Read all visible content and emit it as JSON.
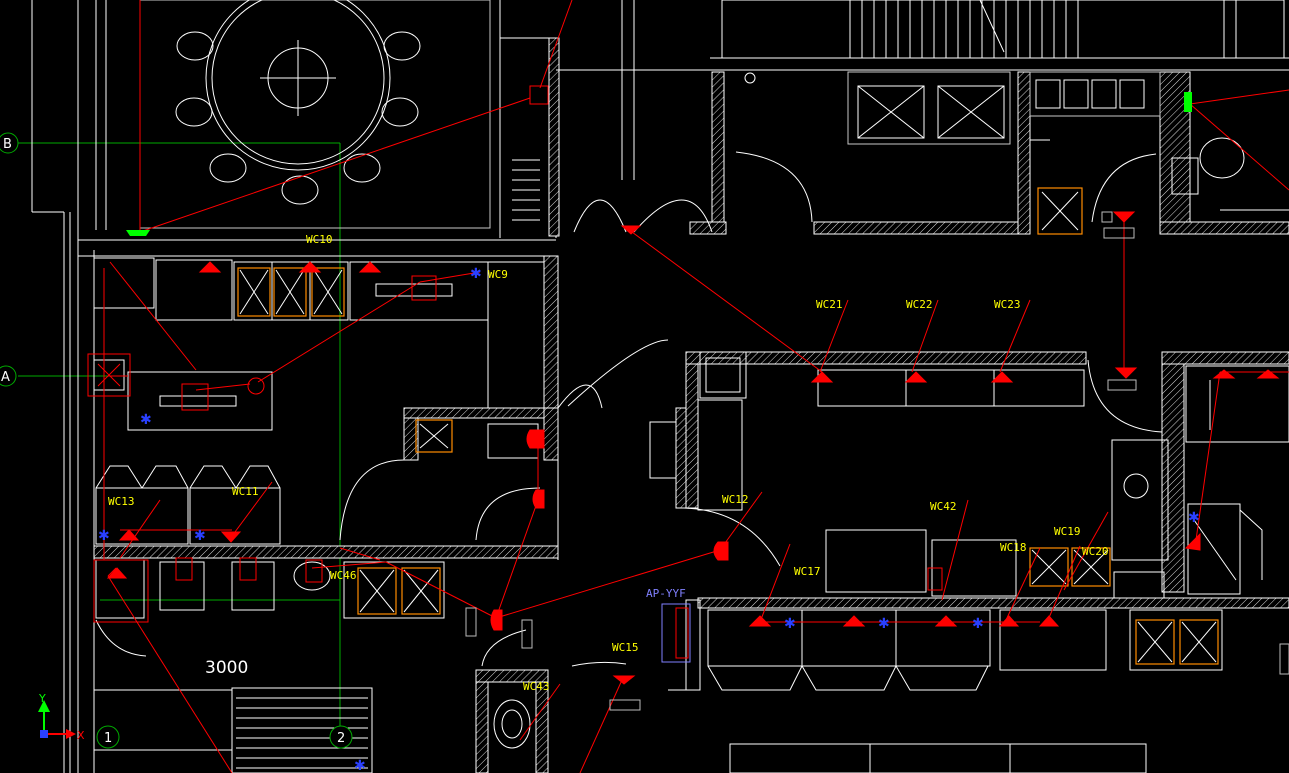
{
  "drawing": {
    "background": "#000000",
    "colors": {
      "wall": "#ffffff",
      "wiring": "#ff0000",
      "tag": "#ffff00",
      "grid_line": "#00aa00",
      "ap": "#8080ff",
      "equipment_orange": "#ff8c00"
    }
  },
  "grid_axes": {
    "a": "A",
    "b": "B",
    "one": "1",
    "two": "2"
  },
  "dimension": "3000",
  "access_point": "AP-YYF",
  "tags": {
    "wc9": "WC9",
    "wc10": "WC10",
    "wc11": "WC11",
    "wc12": "WC12",
    "wc13": "WC13",
    "wc15": "WC15",
    "wc17": "WC17",
    "wc18": "WC18",
    "wc19": "WC19",
    "wc20": "WC20",
    "wc21": "WC21",
    "wc22": "WC22",
    "wc23": "WC23",
    "wc42": "WC42",
    "wc43": "WC43",
    "wc46": "WC46"
  },
  "ucs": {
    "x": "X",
    "y": "Y"
  }
}
